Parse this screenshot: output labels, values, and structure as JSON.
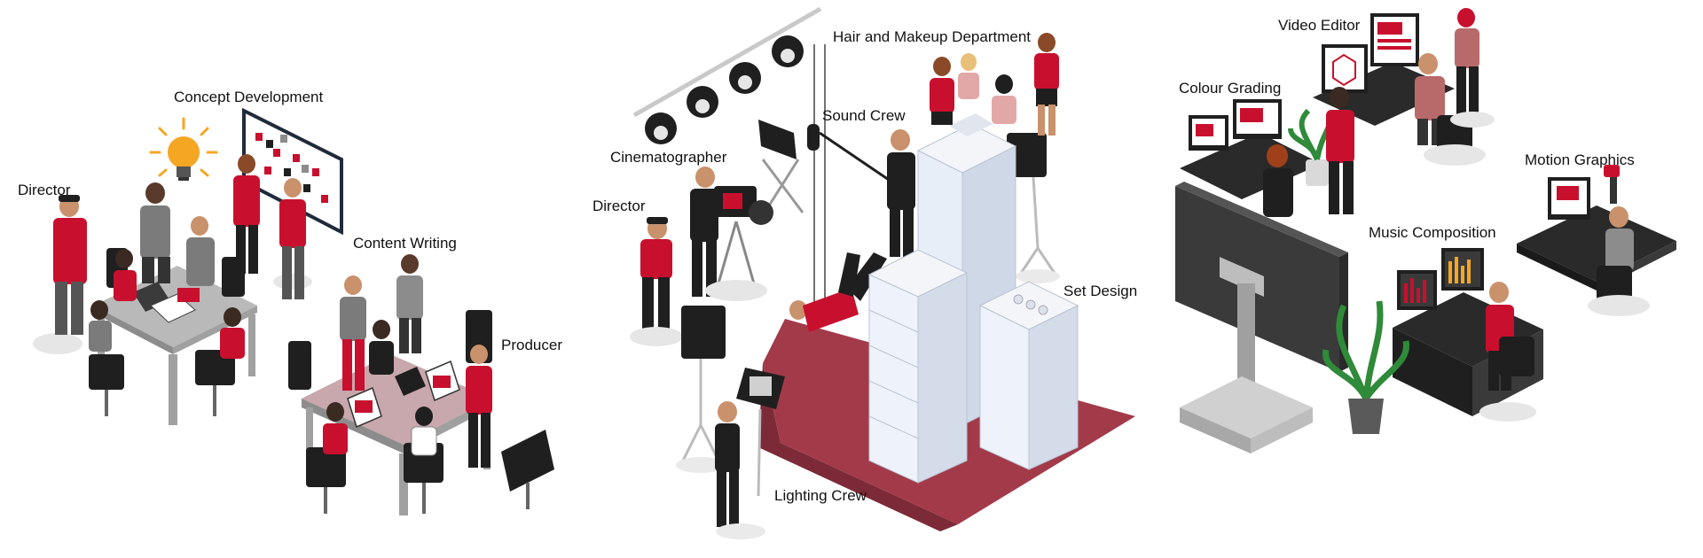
{
  "labels": {
    "director_left": "Director",
    "concept_development": "Concept Development",
    "content_writing": "Content Writing",
    "producer": "Producer",
    "cinematographer": "Cinematographer",
    "director_set": "Director",
    "sound_crew": "Sound Crew",
    "hair_makeup": "Hair and Makeup Department",
    "set_design": "Set Design",
    "lighting_crew": "Lighting Crew",
    "colour_grading": "Colour Grading",
    "video_editor": "Video Editor",
    "motion_graphics": "Motion Graphics",
    "music_composition": "Music Composition"
  },
  "colors": {
    "accent_red": "#c8102e",
    "dark": "#1f1f1f",
    "mid_gray": "#8c8c8c",
    "light_gray": "#d9d9d9",
    "floor_red": "#a33a4a",
    "bulb": "#f5a623",
    "screen": "#e8eef8"
  }
}
